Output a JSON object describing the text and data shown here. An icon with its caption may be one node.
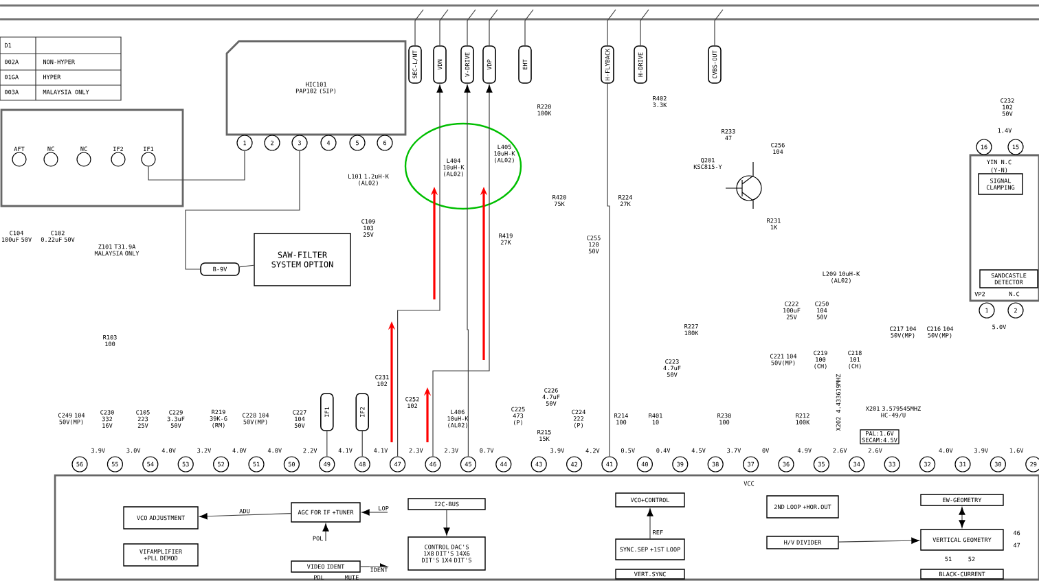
{
  "diagram": {
    "nodes": [
      {
        "text": [
          "HIC101 PAP102 (SIP)"
        ]
      },
      {
        "text": [
          "1"
        ]
      },
      {
        "text": [
          "2"
        ]
      },
      {
        "text": [
          "3"
        ]
      },
      {
        "text": [
          "4"
        ]
      },
      {
        "text": [
          "5"
        ]
      },
      {
        "text": [
          "6"
        ]
      },
      {
        "text": [],
        "shape": "box"
      },
      {
        "text": [
          "AFT"
        ],
        "in": 7
      },
      {
        "text": [
          "NC"
        ],
        "in": 7
      },
      {
        "text": [
          "NC"
        ],
        "in": 7
      },
      {
        "text": [
          "IF2"
        ],
        "in": 7
      },
      {
        "text": [
          "IF1"
        ],
        "in": 7
      },
      {
        "text": [
          "SAW-FILTER SYSTEM OPTION"
        ]
      },
      {
        "text": [
          "B-9V"
        ]
      },
      {
        "text": [
          "SEC-L/NT"
        ]
      },
      {
        "text": [
          "VDN"
        ]
      },
      {
        "text": [
          "V-DRIVE"
        ]
      },
      {
        "text": [
          "VDP"
        ]
      },
      {
        "text": [
          "EHT"
        ]
      },
      {
        "text": [
          "H-FLYBACK"
        ]
      },
      {
        "text": [
          "H-DRIVE"
        ]
      },
      {
        "text": [
          "CVBS-OUT"
        ]
      },
      {
        "text": [
          "IF1"
        ]
      },
      {
        "text": [
          "IF2"
        ]
      },
      {
        "text": [],
        "shape": "box"
      },
      {
        "text": [
          "56"
        ],
        "beside": [
          "3.9V"
        ]
      },
      {
        "text": [
          "55"
        ],
        "beside": [
          "3.0V"
        ]
      },
      {
        "text": [
          "54"
        ],
        "beside": [
          "4.0V"
        ]
      },
      {
        "text": [
          "53"
        ],
        "beside": [
          "3.2V"
        ]
      },
      {
        "text": [
          "52"
        ],
        "beside": [
          "4.0V"
        ]
      },
      {
        "text": [
          "51"
        ],
        "beside": [
          "4.0V"
        ]
      },
      {
        "text": [
          "50"
        ],
        "beside": [
          "2.2V"
        ]
      },
      {
        "text": [
          "49"
        ],
        "beside": [
          "4.1V"
        ]
      },
      {
        "text": [
          "48"
        ],
        "beside": [
          "4.1V"
        ]
      },
      {
        "text": [
          "47"
        ],
        "beside": [
          "2.3V"
        ]
      },
      {
        "text": [
          "46"
        ],
        "beside": [
          "2.3V"
        ]
      },
      {
        "text": [
          "45"
        ],
        "beside": [
          "0.7V"
        ]
      },
      {
        "text": [
          "44"
        ]
      },
      {
        "text": [
          "43"
        ],
        "beside": [
          "3.9V"
        ]
      },
      {
        "text": [
          "42"
        ],
        "beside": [
          "4.2V"
        ]
      },
      {
        "text": [
          "41"
        ],
        "beside": [
          "0.5V"
        ]
      },
      {
        "text": [
          "40"
        ],
        "beside": [
          "0.4V"
        ]
      },
      {
        "text": [
          "39"
        ],
        "beside": [
          "4.5V"
        ]
      },
      {
        "text": [
          "38"
        ],
        "beside": [
          "3.7V"
        ]
      },
      {
        "text": [
          "37"
        ],
        "beside": [
          "0V"
        ]
      },
      {
        "text": [
          "36"
        ],
        "beside": [
          "4.9V"
        ]
      },
      {
        "text": [
          "35"
        ],
        "beside": [
          "2.6V"
        ]
      },
      {
        "text": [
          "34"
        ],
        "beside": [
          "2.6V"
        ]
      },
      {
        "text": [
          "33"
        ]
      },
      {
        "text": [
          "32"
        ],
        "beside": [
          "4.0V"
        ]
      },
      {
        "text": [
          "31"
        ],
        "beside": [
          "3.9V"
        ]
      },
      {
        "text": [
          "30"
        ],
        "beside": [
          "1.6V"
        ]
      },
      {
        "text": [
          "29"
        ]
      },
      {
        "text": [
          "VCO ADJUSTMENT"
        ],
        "in": 25
      },
      {
        "text": [
          "AGC FOR IF +TUNER"
        ],
        "in": 25
      },
      {
        "text": [
          "VIFAMPLIFIER +PLL DEMOD"
        ],
        "in": 25
      },
      {
        "text": [
          "VIDEO IDENT"
        ],
        "in": 25,
        "beside": [
          "PDL",
          "MUTE"
        ]
      },
      {
        "text": [
          "I2C-BUS"
        ],
        "in": 25
      },
      {
        "text": [
          "CONTROL DAC'S 1X8 DIT'S 14X6 DIT'S 1X4 DIT'S"
        ],
        "in": 25
      },
      {
        "text": [
          "VCO+CONTROL"
        ],
        "in": 25
      },
      {
        "text": [
          "SYNC.SEP +1ST LOOP"
        ],
        "in": 25
      },
      {
        "text": [
          "VERT.SYNC"
        ],
        "in": 25
      },
      {
        "text": [
          "2ND LOOP +HOR.OUT"
        ],
        "in": 25
      },
      {
        "text": [
          "H/V DIVIDER"
        ],
        "in": 25
      },
      {
        "text": [
          "EW-GEOMETRY"
        ],
        "in": 25
      },
      {
        "text": [
          "VERTICAL GEOMETRY"
        ],
        "in": 25,
        "beside": [
          "46",
          "47",
          "51",
          "52"
        ]
      },
      {
        "text": [
          "BLACK-CURRENT"
        ],
        "in": 25
      },
      {
        "text": [],
        "shape": "box"
      },
      {
        "text": [
          "16"
        ]
      },
      {
        "text": [
          "15"
        ]
      },
      {
        "text": [
          "SIGNAL CLAMPING"
        ],
        "in": 68
      },
      {
        "text": [
          "SANDCASTLE DETECTOR"
        ],
        "in": 68
      },
      {
        "text": [
          "1"
        ]
      },
      {
        "text": [
          "2"
        ]
      },
      {
        "text": [
          "PAL:1.6V SECAM:4.5V"
        ]
      }
    ],
    "edges": [
      {
        "from": 1,
        "to": 12,
        "arrow": "none"
      },
      {
        "from": 3,
        "to": 14,
        "arrow": "none"
      },
      {
        "from": 14,
        "to": 13,
        "arrow": "none"
      },
      {
        "from": 35,
        "to": 16,
        "arrow": "to"
      },
      {
        "from": 36,
        "to": 18,
        "arrow": "to"
      },
      {
        "from": 37,
        "to": 17,
        "arrow": "to"
      },
      {
        "from": 41,
        "to": 20,
        "arrow": "none"
      },
      {
        "from": 33,
        "to": 23,
        "arrow": "none"
      },
      {
        "from": 34,
        "to": 24,
        "arrow": "none"
      },
      {
        "from": 55,
        "to": 54,
        "arrow": "to",
        "label": "ADU"
      },
      {
        "from": null,
        "to": 55,
        "arrow": "to",
        "label": "LOP"
      },
      {
        "from": null,
        "to": 55,
        "arrow": "to",
        "label": "POL"
      },
      {
        "from": 57,
        "to": null,
        "arrow": "to",
        "label": "IDENT"
      },
      {
        "from": 58,
        "to": 59,
        "arrow": "to"
      },
      {
        "from": 61,
        "to": 60,
        "arrow": "to",
        "label": "REF"
      },
      {
        "from": 64,
        "to": 66,
        "arrow": "to"
      },
      {
        "from": 65,
        "to": 66,
        "arrow": "both"
      }
    ],
    "labels": [
      "D1",
      "002A",
      "NON-HYPER",
      "01GA",
      "HYPER",
      "003A",
      "MALAYSIA ONLY",
      "C104 100uF 50V",
      "C102 0.22uF 50V",
      "Z101 T31.9A MALAYSIA ONLY",
      "L101 1.2uH-K (AL02)",
      "C109 103 25V",
      "L404 10uH-K (AL02)",
      "L405 10uH-K (AL02)",
      "R220 100K",
      "R419 27K",
      "R420 75K",
      "R224 27K",
      "C255 120 50V",
      "R402 3.3K",
      "R233 47",
      "C256 104",
      "Q201 KSC815-Y",
      "R231 1K",
      "C232 102 50V",
      "1.4V",
      "YIN N.C",
      "(Y-N)",
      "VP2",
      "N.C",
      "5.0V",
      "L209 10uH-K (AL02)",
      "C222 100uF 25V",
      "C250 104 50V",
      "C217 104 50V(MP)",
      "C216 104 50V(MP)",
      "R103 100",
      "C231 102",
      "C252 102",
      "R227 180K",
      "C223 4.7uF 50V",
      "C221 104 50V(MP)",
      "C219 100 (CH)",
      "C218 101 (CH)",
      "C249 104 50V(MP)",
      "C230 332 16V",
      "C105 223 25V",
      "C229 3.3uF 50V",
      "R219 39K-G (RM)",
      "C228 104 50V(MP)",
      "C227 104 50V",
      "L406 10uH-K (AL02)",
      "C225 473 (P)",
      "C226 4.7uF 50V",
      "R215 15K",
      "C224 222 (P)",
      "R214 100",
      "R401 10",
      "R230 100",
      "X202 4.433619MHZ",
      "R212 100K",
      "X201 3.579545MHZ HC-49/U",
      "VCC"
    ]
  }
}
